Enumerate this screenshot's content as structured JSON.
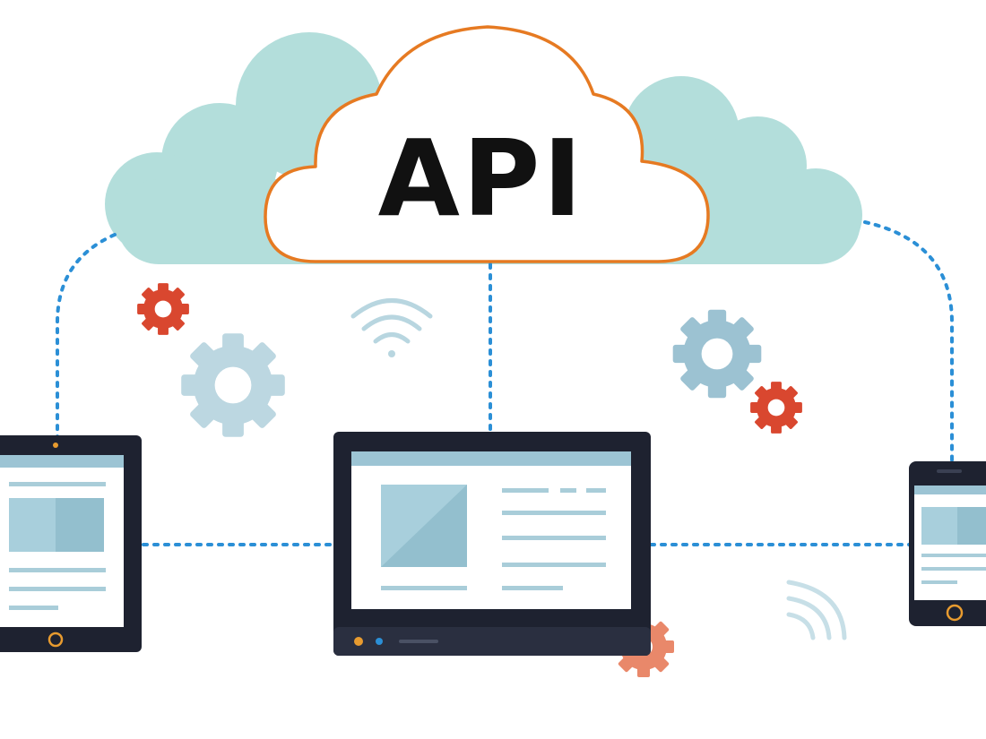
{
  "cloud": {
    "label": "API"
  },
  "colors": {
    "background": "#ffffff",
    "back_cloud": "#b3dedb",
    "front_cloud_fill": "#ffffff",
    "front_cloud_stroke": "#e67a22",
    "connector": "#2b8fd6",
    "device_frame": "#1e2230",
    "screen_accent": "#9cc4d4",
    "gear_blue": "#9cc2d2",
    "gear_red": "#d9472f",
    "wifi": "#b8d6e0"
  },
  "devices": [
    "tablet",
    "laptop-monitor",
    "smartphone"
  ],
  "icons": [
    "gear-icon",
    "wifi-icon"
  ]
}
